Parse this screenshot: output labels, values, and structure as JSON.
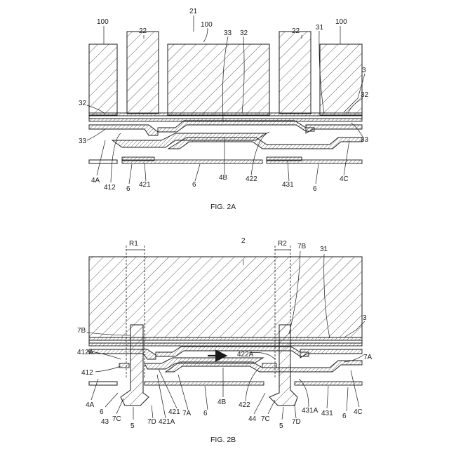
{
  "figure_a": {
    "caption": "FIG. 2A",
    "labels": {
      "l100_left": "100",
      "l22_left": "22",
      "l21": "21",
      "l100_mid": "100",
      "l33_top": "33",
      "l32_top": "32",
      "l22_right": "22",
      "l31": "31",
      "l100_right": "100",
      "l3": "3",
      "l32_right": "32",
      "l33_right": "33",
      "l32_left": "32",
      "l33_left": "33",
      "l4A": "4A",
      "l412": "412",
      "l6_a": "6",
      "l421": "421",
      "l6_b": "6",
      "l4B": "4B",
      "l422": "422",
      "l431": "431",
      "l6_c": "6",
      "l4C": "4C"
    }
  },
  "figure_b": {
    "caption": "FIG. 2B",
    "labels": {
      "R1": "R1",
      "l2": "2",
      "R2": "R2",
      "l7B_top": "7B",
      "l31": "31",
      "l3": "3",
      "l7B_left": "7B",
      "l412A": "412A",
      "l422A": "422A",
      "l7A_right": "7A",
      "l412": "412",
      "l4A": "4A",
      "l6_a": "6",
      "l43": "43",
      "l7C_a": "7C",
      "l5_a": "5",
      "l7D_a": "7D",
      "l421A": "421A",
      "l421": "421",
      "l7A_mid": "7A",
      "l6_b": "6",
      "l4B": "4B",
      "l422": "422",
      "l44": "44",
      "l7C_b": "7C",
      "l5_b": "5",
      "l7D_b": "7D",
      "l431A": "431A",
      "l431": "431",
      "l6_c": "6",
      "l4C": "4C"
    }
  }
}
